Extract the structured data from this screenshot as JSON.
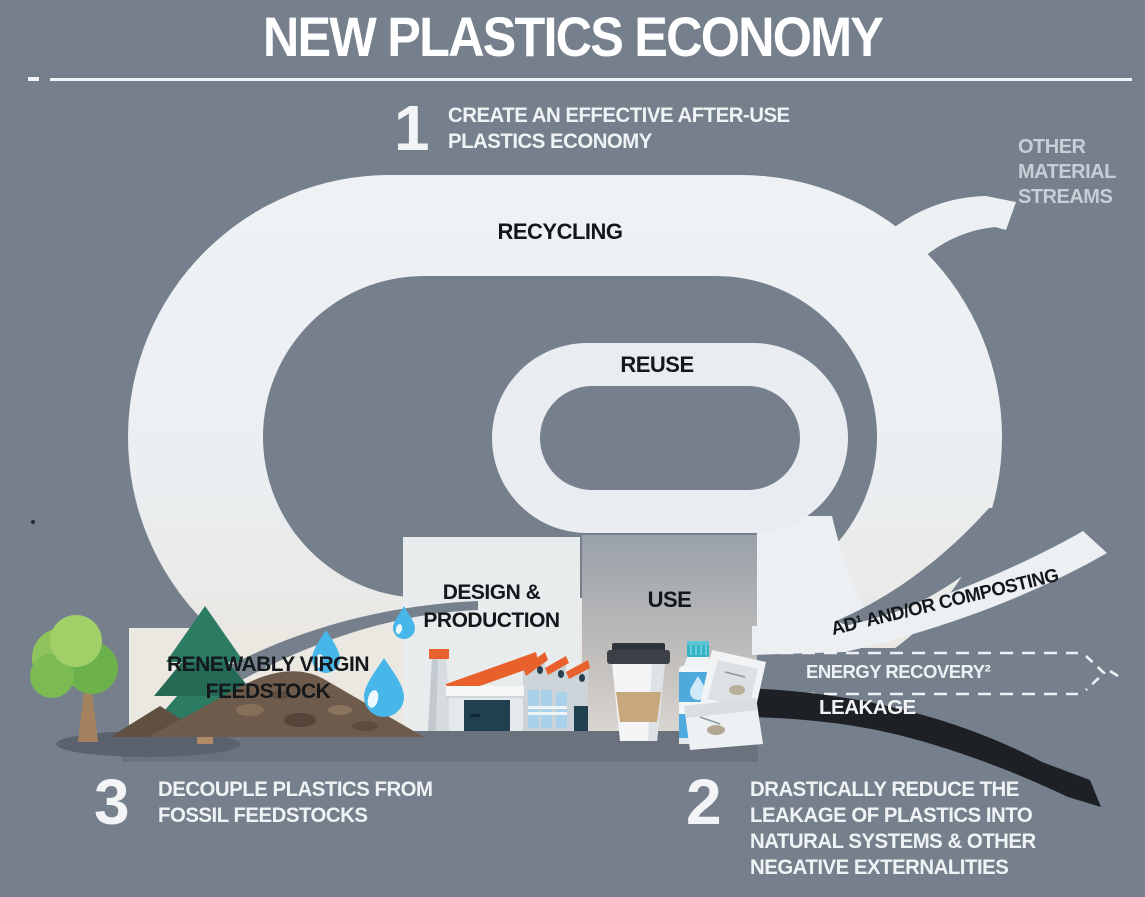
{
  "title": "NEW PLASTICS ECONOMY",
  "steps": {
    "one": {
      "number": "1",
      "lines": [
        "CREATE AN EFFECTIVE AFTER-USE",
        "PLASTICS ECONOMY"
      ]
    },
    "two": {
      "number": "2",
      "lines": [
        "DRASTICALLY REDUCE THE",
        "LEAKAGE OF PLASTICS INTO",
        "NATURAL SYSTEMS & OTHER",
        "NEGATIVE EXTERNALITIES"
      ]
    },
    "three": {
      "number": "3",
      "lines": [
        "DECOUPLE PLASTICS FROM",
        "FOSSIL FEEDSTOCKS"
      ]
    }
  },
  "loop_labels": {
    "recycling": "RECYCLING",
    "reuse": "REUSE"
  },
  "stage_labels": {
    "design_line1": "DESIGN &",
    "design_line2": "PRODUCTION",
    "use": "USE",
    "feedstock_line1": "RENEWABLY VIRGIN",
    "feedstock_line2": "FEEDSTOCK"
  },
  "flow_labels": {
    "other_line1": "OTHER",
    "other_line2": "MATERIAL",
    "other_line3": "STREAMS",
    "composting": "AD¹ AND/OR COMPOSTING",
    "energy_recovery": "ENERGY RECOVERY²",
    "leakage": "LEAKAGE"
  },
  "icons": [
    "deciduous-tree-icon",
    "pine-tree-icon",
    "compost-pile-icon",
    "water-drop-icon",
    "factory-icon",
    "coffee-cup-icon",
    "water-bottle-icon",
    "food-container-icon",
    "other-material-streams-arrow",
    "composting-arrow",
    "energy-recovery-dashed-arrow",
    "leakage-band"
  ],
  "colors": {
    "background": "#75808C",
    "loop_white": "#ECF0F3",
    "loop_warm": "#E9E5DF",
    "use_panel_top": "#99A1A9",
    "use_panel_bottom": "#D9D6D2",
    "leakage_black": "#1D2125",
    "factory_orange": "#E8612C",
    "water_blue": "#47B6E8",
    "tree_green": "#6CB14C",
    "pine_green": "#2C7C63",
    "soil_brown": "#6F5B4B",
    "text_dark": "#14181B",
    "text_white": "#F2F4F6",
    "text_muted": "#C7CED6"
  }
}
